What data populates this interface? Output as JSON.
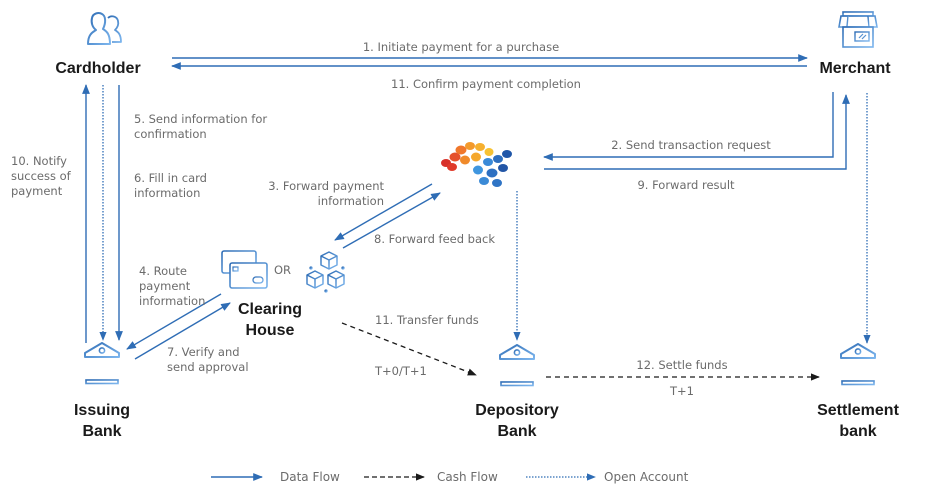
{
  "colors": {
    "data_flow": "#2f6db5",
    "cash_flow": "#1a1a1a",
    "open_account": "#2f6db5",
    "icon_blue": "#3a7bd5",
    "icon_blue_light": "#6aa8e8",
    "label_gray": "#6b6b6b",
    "node_text": "#1a1a1a"
  },
  "nodes": {
    "cardholder": {
      "label": "Cardholder",
      "icon": "users-icon"
    },
    "merchant": {
      "label": "Merchant",
      "icon": "store-icon"
    },
    "network": {
      "label": "",
      "icon": "card-network-logo"
    },
    "clearing_house": {
      "label_line1": "Clearing",
      "label_line2": "House",
      "icon_a": "credit-cards-icon",
      "or_label": "OR",
      "icon_b": "blockchain-cubes-icon"
    },
    "issuing_bank": {
      "label_line1": "Issuing",
      "label_line2": "Bank",
      "icon": "bank-icon"
    },
    "depository_bank": {
      "label_line1": "Depository",
      "label_line2": "Bank",
      "icon": "bank-icon"
    },
    "settlement_bank": {
      "label_line1": "Settlement",
      "label_line2": "bank",
      "icon": "bank-icon"
    }
  },
  "flows": {
    "f1": {
      "label": "1. Initiate payment for a purchase",
      "type": "data"
    },
    "f2": {
      "label": "2. Send transaction request",
      "type": "data"
    },
    "f3": {
      "line1": "3. Forward payment",
      "line2": "information",
      "type": "data"
    },
    "f4": {
      "line1": "4. Route",
      "line2": "payment",
      "line3": "information",
      "type": "data"
    },
    "f5": {
      "line1": "5. Send information for",
      "line2": "confirmation",
      "type": "data"
    },
    "f6": {
      "line1": "6. Fill in card",
      "line2": "information",
      "type": "data"
    },
    "f7": {
      "line1": "7. Verify and",
      "line2": "send approval",
      "type": "data"
    },
    "f8": {
      "label": "8. Forward feed back",
      "type": "data"
    },
    "f9": {
      "label": "9. Forward result",
      "type": "data"
    },
    "f10": {
      "line1": "10. Notify",
      "line2": "success of",
      "line3": "payment",
      "type": "data"
    },
    "f11_confirm": {
      "label": "11. Confirm payment completion",
      "type": "data"
    },
    "f11_transfer": {
      "label": "11. Transfer funds",
      "timing": "T+0/T+1",
      "type": "cash"
    },
    "f12": {
      "label": "12. Settle funds",
      "timing": "T+1",
      "type": "cash"
    }
  },
  "legend": [
    {
      "label": "Data Flow",
      "style": "solid"
    },
    {
      "label": "Cash Flow",
      "style": "dashed"
    },
    {
      "label": "Open Account",
      "style": "dotted"
    }
  ]
}
